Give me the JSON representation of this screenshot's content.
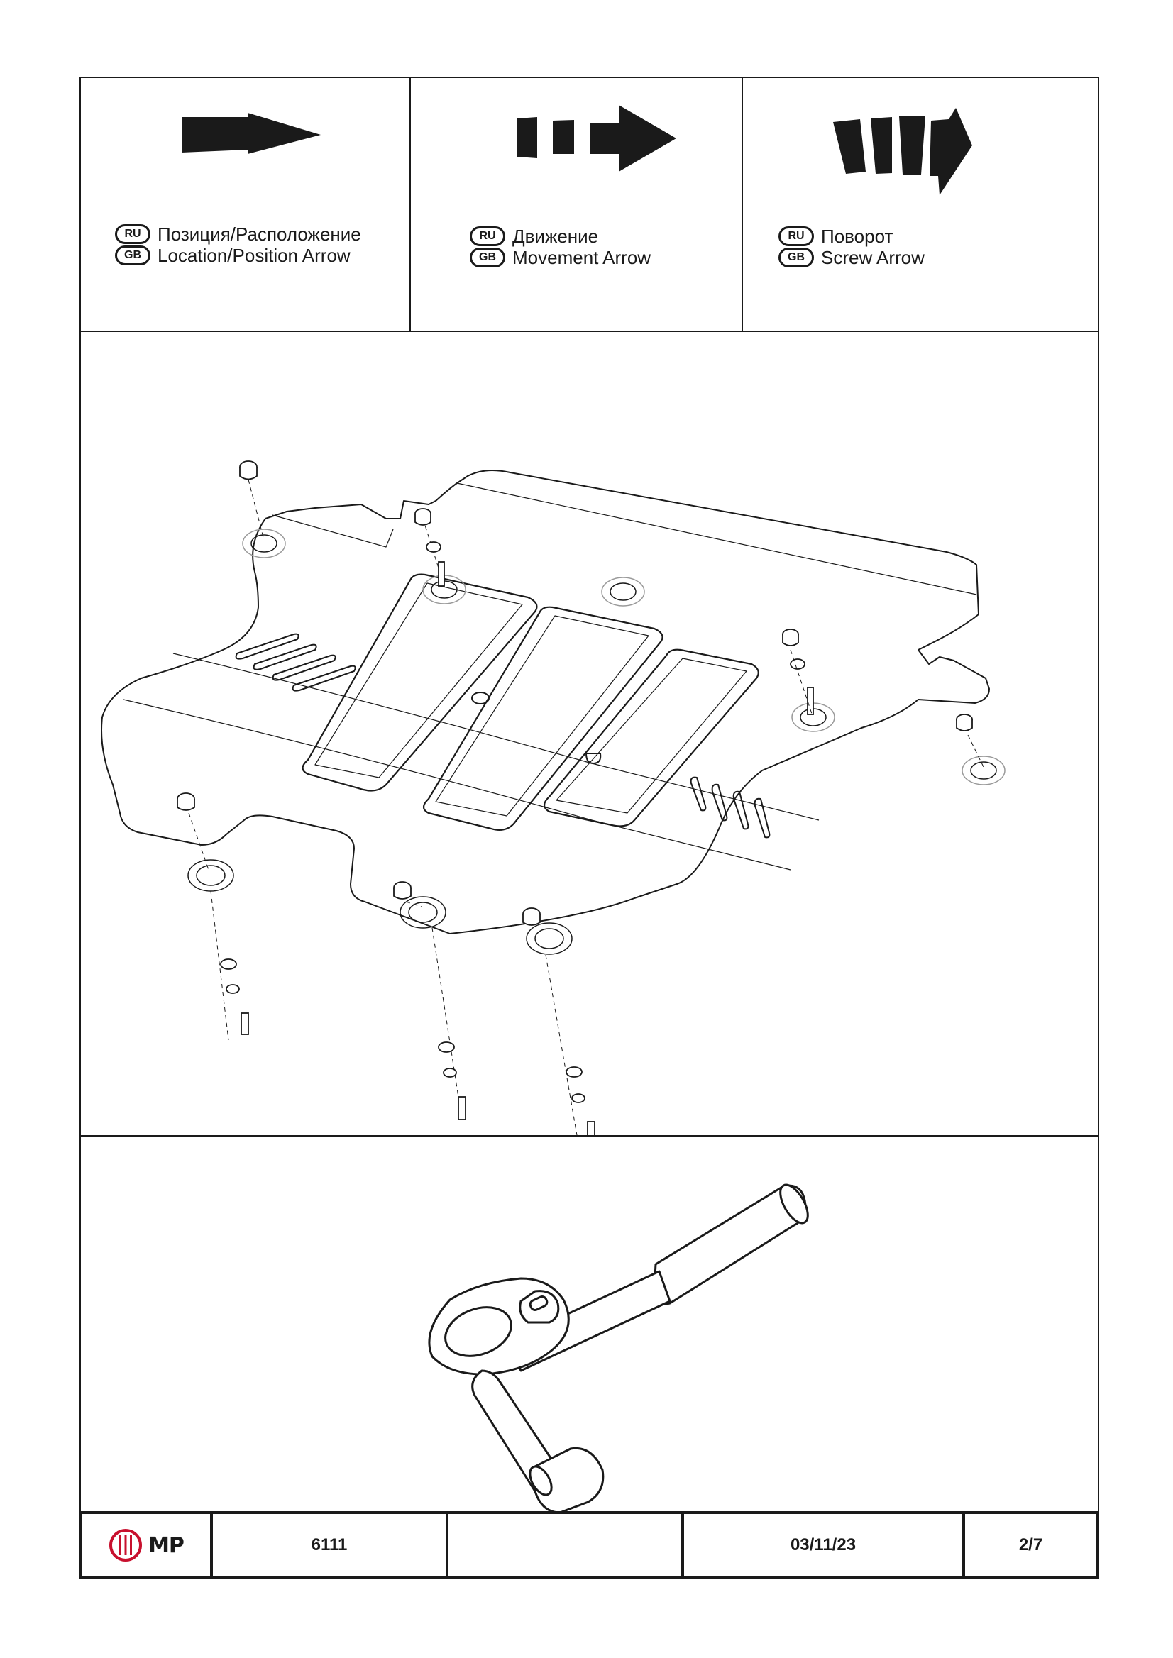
{
  "legend": [
    {
      "ru_badge": "RU",
      "gb_badge": "GB",
      "ru_text": "Позиция/Расположение",
      "gb_text": "Location/Position Arrow",
      "icon": "location-arrow-icon"
    },
    {
      "ru_badge": "RU",
      "gb_badge": "GB",
      "ru_text": "Движение",
      "gb_text": "Movement Arrow",
      "icon": "movement-arrow-icon"
    },
    {
      "ru_badge": "RU",
      "gb_badge": "GB",
      "ru_text": "Поворот",
      "gb_text": "Screw Arrow",
      "icon": "screw-arrow-icon"
    }
  ],
  "footer": {
    "logo_text": "MP",
    "part_number": "6111",
    "blank": "",
    "date": "03/11/23",
    "page": "2/7"
  },
  "colors": {
    "line": "#1a1a1a",
    "logo_red": "#c8102e",
    "background": "#ffffff"
  }
}
